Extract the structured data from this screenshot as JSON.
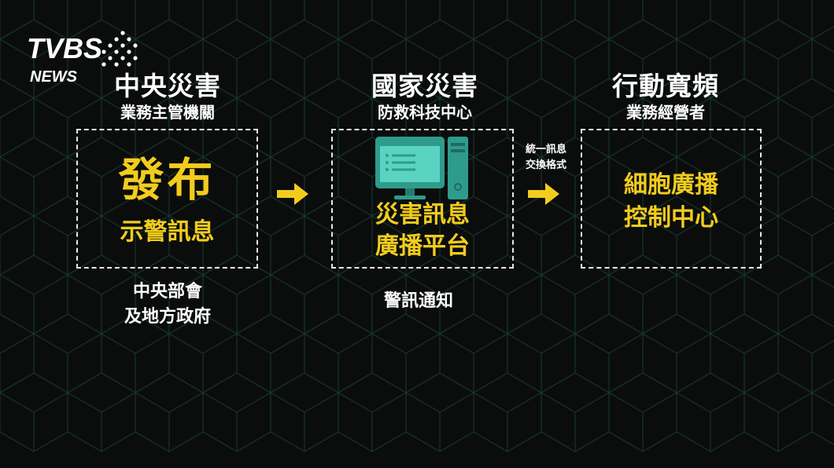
{
  "logo": {
    "brand": "TVBS",
    "sub": "NEWS"
  },
  "columns": [
    {
      "title": "中央災害",
      "subtitle": "業務主管機關",
      "box_lines_large": [
        "發布"
      ],
      "box_lines_small": [
        "示警訊息"
      ],
      "note_lines": [
        "中央部會",
        "及地方政府"
      ]
    },
    {
      "title": "國家災害",
      "subtitle": "防救科技中心",
      "box_lines": [
        "災害訊息",
        "廣播平台"
      ],
      "icon": "computer-monitor-icon",
      "note_lines": [
        "警訊通知"
      ]
    },
    {
      "title": "行動寬頻",
      "subtitle": "業務經營者",
      "box_lines": [
        "細胞廣播",
        "控制中心"
      ]
    }
  ],
  "connector_label": [
    "統一訊息",
    "交換格式"
  ],
  "colors": {
    "background": "#0b0d0c",
    "accent_yellow": "#f2cc1d",
    "grid_line": "#1c3a2e",
    "monitor_teal": "#34b5a3"
  }
}
